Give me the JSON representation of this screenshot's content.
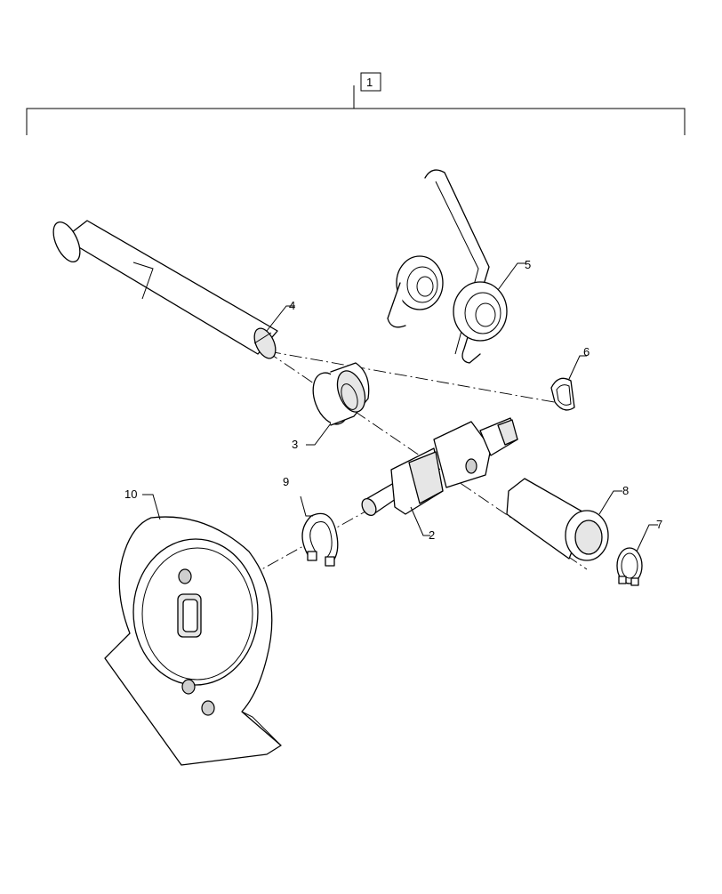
{
  "assembly_callout": "1",
  "callouts": [
    "2",
    "3",
    "4",
    "5",
    "6",
    "7",
    "8",
    "9",
    "10"
  ],
  "colors": {
    "line": "#000000",
    "fill": "#ffffff",
    "shade": "#e6e6e6"
  }
}
